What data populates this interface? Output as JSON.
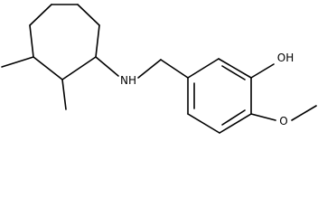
{
  "molecule": {
    "atoms": {
      "nh": "NH",
      "oh": "OH",
      "o_methoxy": "O"
    }
  },
  "colors": {
    "bond": "#000000",
    "text": "#000000",
    "background": "#ffffff"
  }
}
